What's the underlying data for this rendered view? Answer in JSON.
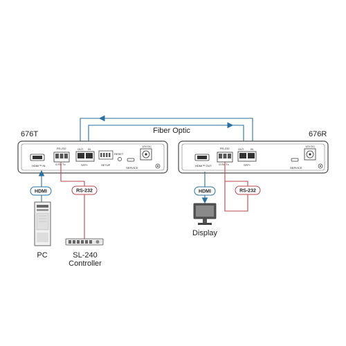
{
  "fiber": {
    "label": "Fiber Optic"
  },
  "transmitter": {
    "model": "676T",
    "hdmi_in_label": "HDMI™ IN",
    "rs232_label": "RS-232",
    "rs232_pins": "G  Rx  Tx",
    "out_label": "OUT",
    "in_label": "IN",
    "sfp_label": "SFP+",
    "setup_label": "SETUP",
    "reset_label": "RESET",
    "service_label": "SERVICE",
    "power_label": "12V DC"
  },
  "receiver": {
    "model": "676R",
    "hdmi_out_label": "HDMI™ OUT",
    "rs232_label": "RS-232",
    "rs232_pins": "G  Rx  Tx",
    "out_label": "OUT",
    "in_label": "IN",
    "sfp_label": "SFP+",
    "service_label": "SERVICE",
    "power_label": "12V DC"
  },
  "tags": {
    "hdmi": "HDMI",
    "rs232": "RS-232"
  },
  "devices": {
    "pc": "PC",
    "controller_line1": "SL-240",
    "controller_line2": "Controller",
    "display": "Display"
  },
  "colors": {
    "hdmi": "#2a6f9e",
    "rs232": "#b5474e",
    "fiber": "#2a6f9e",
    "panel": "#555555"
  }
}
